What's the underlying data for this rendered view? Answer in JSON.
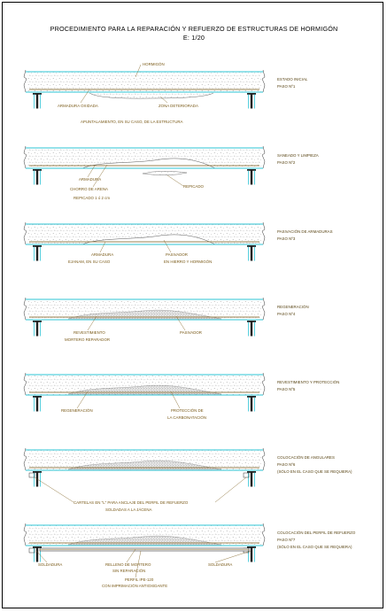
{
  "title": {
    "line1": "PROCEDIMIENTO PARA LA REPARACIÓN Y REFUERZO DE ESTRUCTURAS DE HORMIGÓN",
    "line2": "E: 1/20"
  },
  "colors": {
    "slab_edge": "#2ec4d6",
    "rebar": "#7a5a18",
    "label": "#7a5a18",
    "steel": "#222222",
    "concrete_hatch": "#9a9a9a"
  },
  "steps": [
    {
      "title": "ESTADO INICIAL",
      "number": "PASO Nº1",
      "note": "",
      "labels": [
        "HORMIGÓN",
        "ARMADURA OXIDADA",
        "ZONA DETERIORADA",
        "APUNTALAMIENTO, EN SU CASO, DE LA ESTRUCTURA"
      ]
    },
    {
      "title": "SANEADO Y LIMPIEZA",
      "number": "PASO Nº2",
      "note": "",
      "labels": [
        "ARMADURA",
        "CHORRO DE ARENA",
        "REPICADO 1 ó 2 cm",
        "REPICADO"
      ]
    },
    {
      "title": "PASIVACIÓN DE ARMADURAS",
      "number": "PASO Nº3",
      "note": "",
      "labels": [
        "ARMADURA",
        "EJANAM, EN SU CASO",
        "PASIVADOR",
        "EN HIERRO Y HORMIGÓN"
      ]
    },
    {
      "title": "REGENERACIÓN",
      "number": "PASO Nº4",
      "note": "",
      "labels": [
        "REVESTIMIENTO",
        "MORTERO REPARADOR",
        "PASIVADOR"
      ]
    },
    {
      "title": "REVESTIMIENTO Y PROTECCIÓN",
      "number": "PASO Nº5",
      "note": "",
      "labels": [
        "REGENERACIÓN",
        "PROTECCIÓN DE",
        "LA CARBONATACIÓN"
      ]
    },
    {
      "title": "COLOCACIÓN DE ANGULARES",
      "number": "PASO Nº6",
      "note": "(SÓLO EN EL CASO QUE SE REQUIERA)",
      "labels": [
        "CARTELAS EN \"L\" PARA ANCLAJE DEL PERFIL DE REFUERZO",
        "SOLDADAS A LA JÁCENA"
      ]
    },
    {
      "title": "COLOCACIÓN DEL PERFIL DE REFUERZO",
      "number": "PASO Nº7",
      "note": "(SÓLO EN EL CASO QUE SE REQUIERA)",
      "labels": [
        "SOLDADURA",
        "RELLENO DE MORTERO",
        "SIN REPARACIÓN",
        "SOLDADURA",
        "PERFIL IPE-120",
        "CON IMPRIMACIÓN ANTIOXIDANTE"
      ]
    }
  ]
}
